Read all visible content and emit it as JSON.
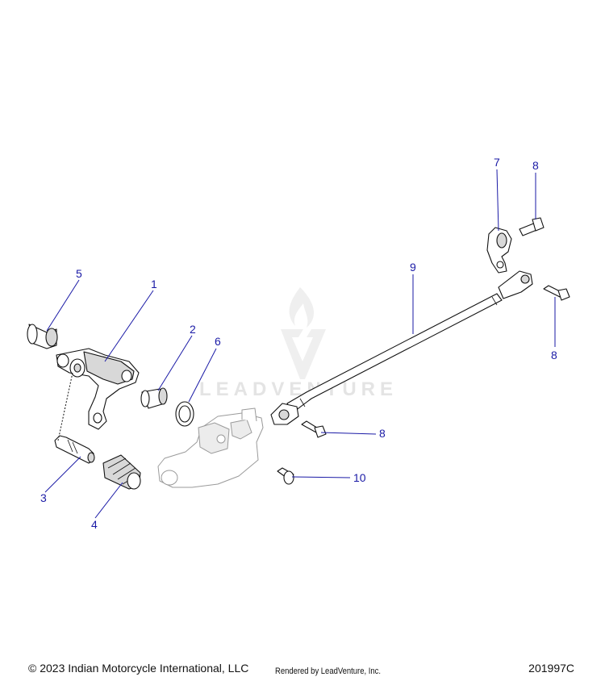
{
  "watermark": {
    "text": "LEADVENTURE"
  },
  "callouts": {
    "c1": "1",
    "c2": "2",
    "c3": "3",
    "c4": "4",
    "c5": "5",
    "c6": "6",
    "c7": "7",
    "c8a": "8",
    "c8b": "8",
    "c8c": "8",
    "c9": "9",
    "c10": "10"
  },
  "footer": {
    "copyright": "© 2023 Indian Motorcycle International, LLC",
    "rendered_by": "Rendered by LeadVenture, Inc.",
    "diagram_id": "201997C"
  },
  "colors": {
    "callout": "#1a1aa6",
    "line": "#111111"
  }
}
